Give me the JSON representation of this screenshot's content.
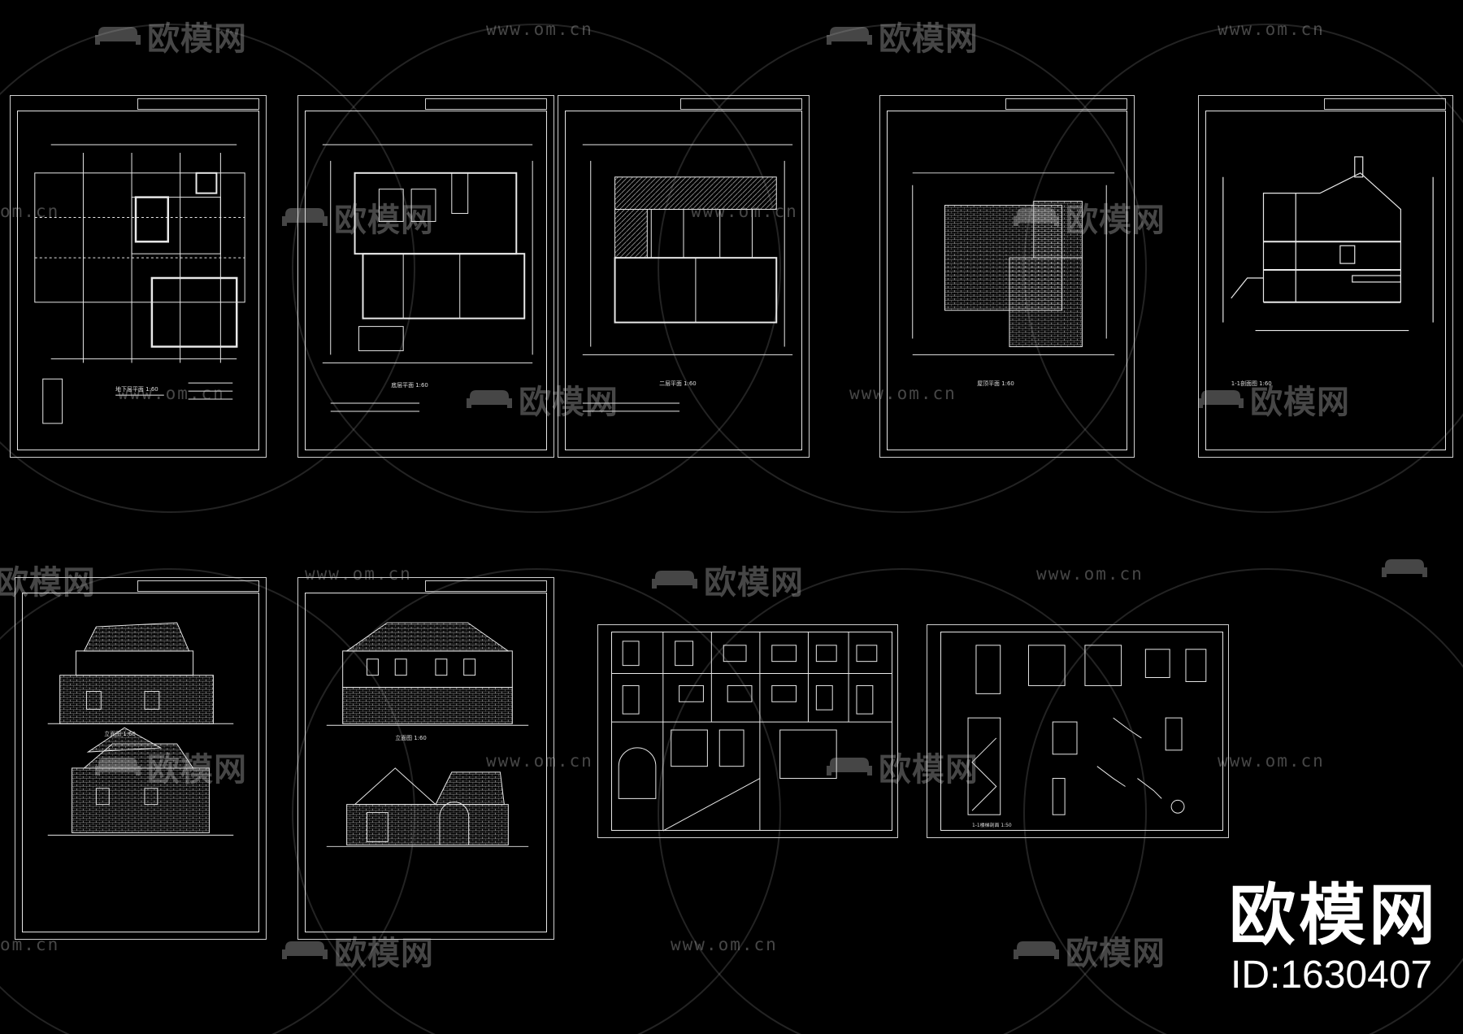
{
  "watermark": {
    "logo_text": "欧模网",
    "url_text": "www.om.cn",
    "url_text_cut": "om.cn"
  },
  "brand": {
    "name": "欧模网",
    "id_label": "ID:1630407"
  },
  "sheets": [
    {
      "name": "basement-plan-sheet",
      "title": "地下层平面  1:60"
    },
    {
      "name": "ground-floor-plan-sheet",
      "title": "底层平面  1:60"
    },
    {
      "name": "second-floor-plan-sheet",
      "title": "二层平面  1:60"
    },
    {
      "name": "roof-plan-sheet",
      "title": "屋顶平面  1:60"
    },
    {
      "name": "section-sheet",
      "title": "1-1剖面图  1:60"
    },
    {
      "name": "elevation-sheet-a",
      "title": "立面图  1:60"
    },
    {
      "name": "elevation-sheet-b",
      "title": "立面图  1:60"
    },
    {
      "name": "window-schedule-sheet",
      "title": ""
    },
    {
      "name": "stair-detail-sheet",
      "title": "1-1楼梯剖面  1:50"
    }
  ],
  "colors": {
    "background": "#000000",
    "line": "#e8e8e8",
    "watermark": "#9a9a9a"
  }
}
